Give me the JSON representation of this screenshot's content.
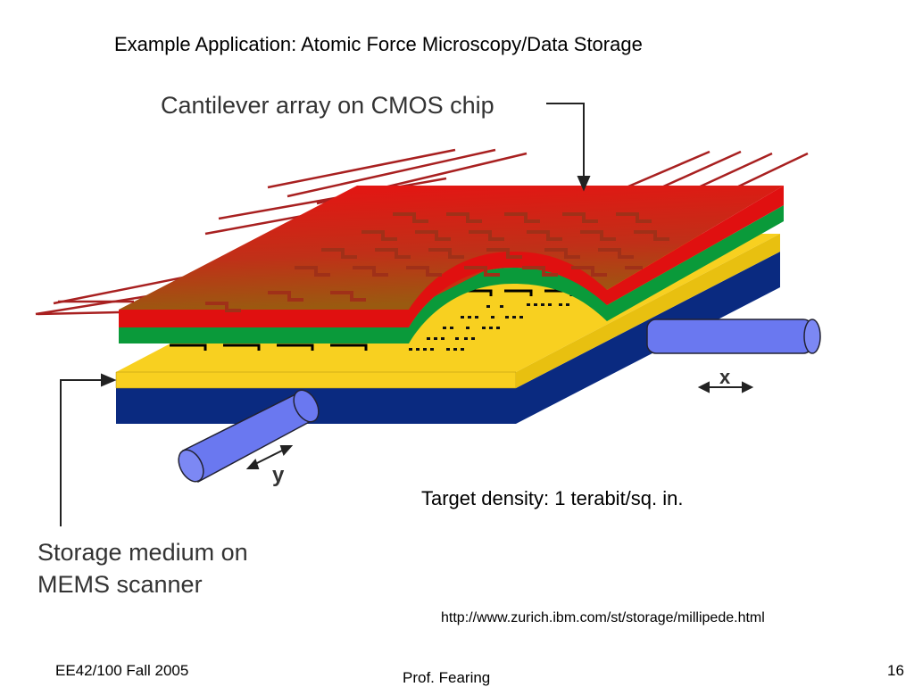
{
  "slide": {
    "title": "Example Application: Atomic Force Microscopy/Data Storage",
    "density_note": "Target density: 1 terabit/sq. in.",
    "source_url": "http://www.zurich.ibm.com/st/storage/millipede.html",
    "footer_left": "EE42/100 Fall 2005",
    "footer_center": "Prof. Fearing",
    "page_number": "16"
  },
  "diagram": {
    "cantilever_label": "Cantilever array on CMOS chip",
    "storage_label_line1": "Storage medium on",
    "storage_label_line2": "MEMS scanner",
    "x_axis_label": "x",
    "y_axis_label": "y",
    "colors": {
      "chip_red": "#e01010",
      "chip_green": "#0a9a3a",
      "medium_yellow": "#f8d020",
      "base_navy": "#0a2a80",
      "actuator_blue": "#6a78f0",
      "wire_red": "#a82020",
      "cantilever_dark": "#a03018"
    }
  }
}
